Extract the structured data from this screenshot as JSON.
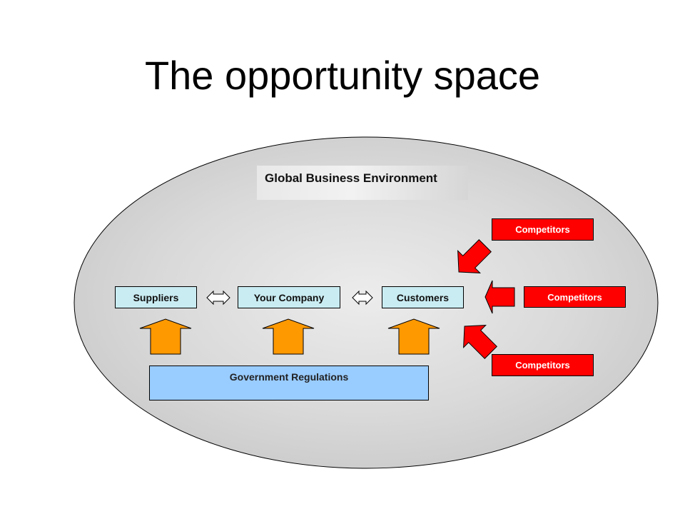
{
  "title": "The opportunity space",
  "environment": {
    "label": "Global Business Environment"
  },
  "chain": {
    "suppliers": "Suppliers",
    "company": "Your Company",
    "customers": "Customers"
  },
  "regulation": {
    "label": "Government Regulations"
  },
  "competitors": [
    "Competitors",
    "Competitors",
    "Competitors"
  ],
  "colors": {
    "environment_fill": "#cccccc",
    "chain_box": "#c9ecf2",
    "regulation_box": "#99ccff",
    "regulation_arrow": "#ff9900",
    "competitor": "#ff0000"
  }
}
